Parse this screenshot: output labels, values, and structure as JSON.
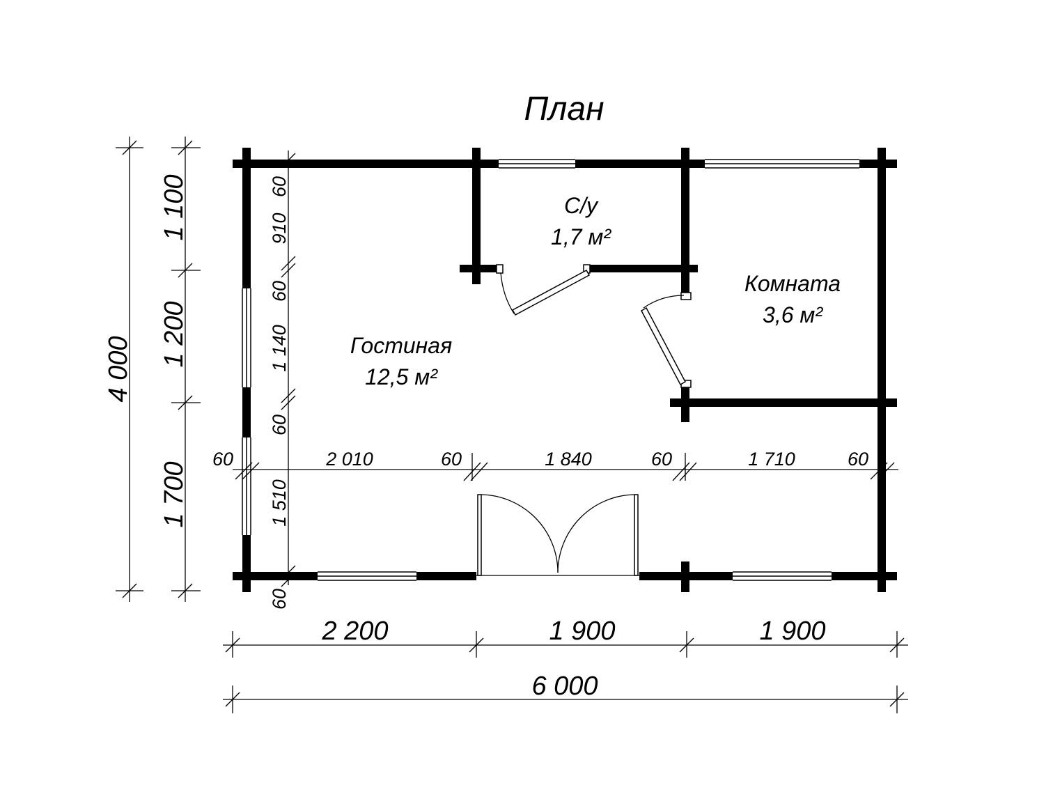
{
  "title": "План",
  "rooms": [
    {
      "name": "С/у",
      "area": "1,7 м²"
    },
    {
      "name": "Комната",
      "area": "3,6 м²"
    },
    {
      "name": "Гостиная",
      "area": "12,5 м²"
    }
  ],
  "dimensions": {
    "overall_width": "6 000",
    "overall_height": "4 000",
    "bottom_segments": [
      "2 200",
      "1 900",
      "1 900"
    ],
    "left_segments": [
      "1 100",
      "1 200",
      "1 700"
    ],
    "inner_left": [
      "60",
      "910",
      "60",
      "1 140",
      "60",
      "1 510",
      "60"
    ],
    "inner_horizontal": [
      "60",
      "2 010",
      "60",
      "1 840",
      "60",
      "1 710",
      "60"
    ]
  }
}
